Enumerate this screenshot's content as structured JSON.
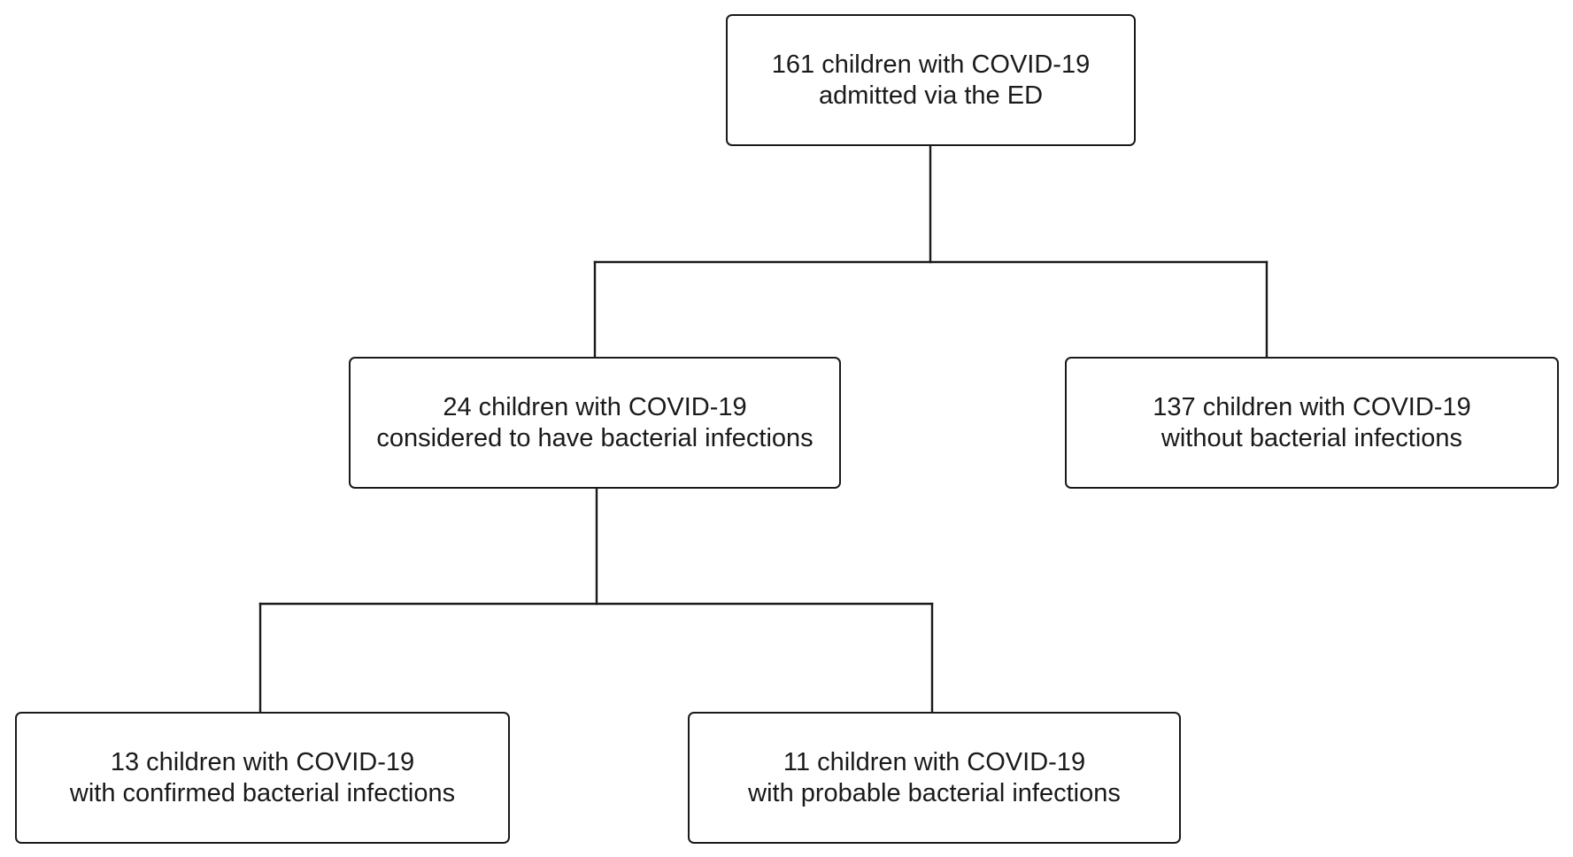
{
  "flowchart": {
    "root": {
      "line1": "161 children with COVID-19",
      "line2": "admitted via the ED"
    },
    "bacterial": {
      "line1": "24 children with COVID-19",
      "line2": "considered to have bacterial infections"
    },
    "without_bacterial": {
      "line1": "137 children with COVID-19",
      "line2": "without bacterial infections"
    },
    "confirmed": {
      "line1": "13 children with COVID-19",
      "line2": "with confirmed bacterial infections"
    },
    "probable": {
      "line1": "11 children with COVID-19",
      "line2": "with probable bacterial infections"
    }
  },
  "colors": {
    "line": "#1a1a1a",
    "box_border": "#1a1a1a",
    "background": "#ffffff"
  }
}
